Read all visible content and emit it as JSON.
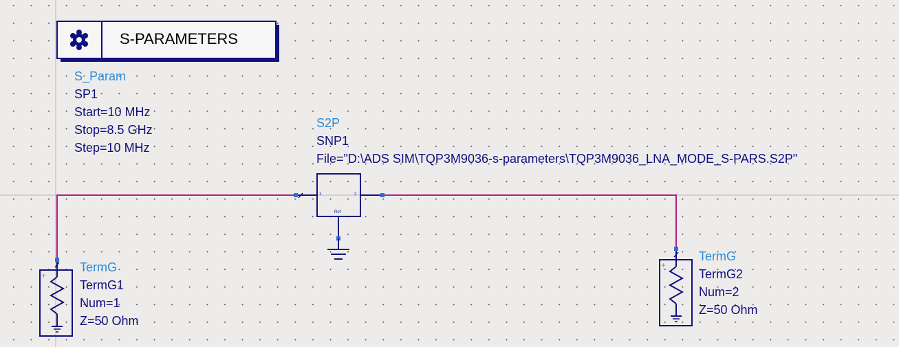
{
  "sparam": {
    "title": "S-PARAMETERS",
    "type": "S_Param",
    "instance": "SP1",
    "start": "Start=10 MHz",
    "stop": "Stop=8.5 GHz",
    "step": "Step=10 MHz"
  },
  "snp": {
    "type": "S2P",
    "instance": "SNP1",
    "file": "File=\"D:\\ADS SIM\\TQP3M9036-s-parameters\\TQP3M9036_LNA_MODE_S-PARS.S2P\"",
    "port1": "1",
    "port2": "2",
    "ref": "Ref"
  },
  "term1": {
    "type": "TermG",
    "instance": "TermG1",
    "num": "Num=1",
    "z": "Z=50 Ohm",
    "plus": "+"
  },
  "term2": {
    "type": "TermG",
    "instance": "TermG2",
    "num": "Num=2",
    "z": "Z=50 Ohm",
    "plus": "+"
  },
  "colors": {
    "wire": "#b21e83",
    "component": "#10107e",
    "label_type": "#2d8bd6",
    "background": "#eeecea",
    "port_marker": "#2d6fd6",
    "plus": "#e07a1f"
  }
}
